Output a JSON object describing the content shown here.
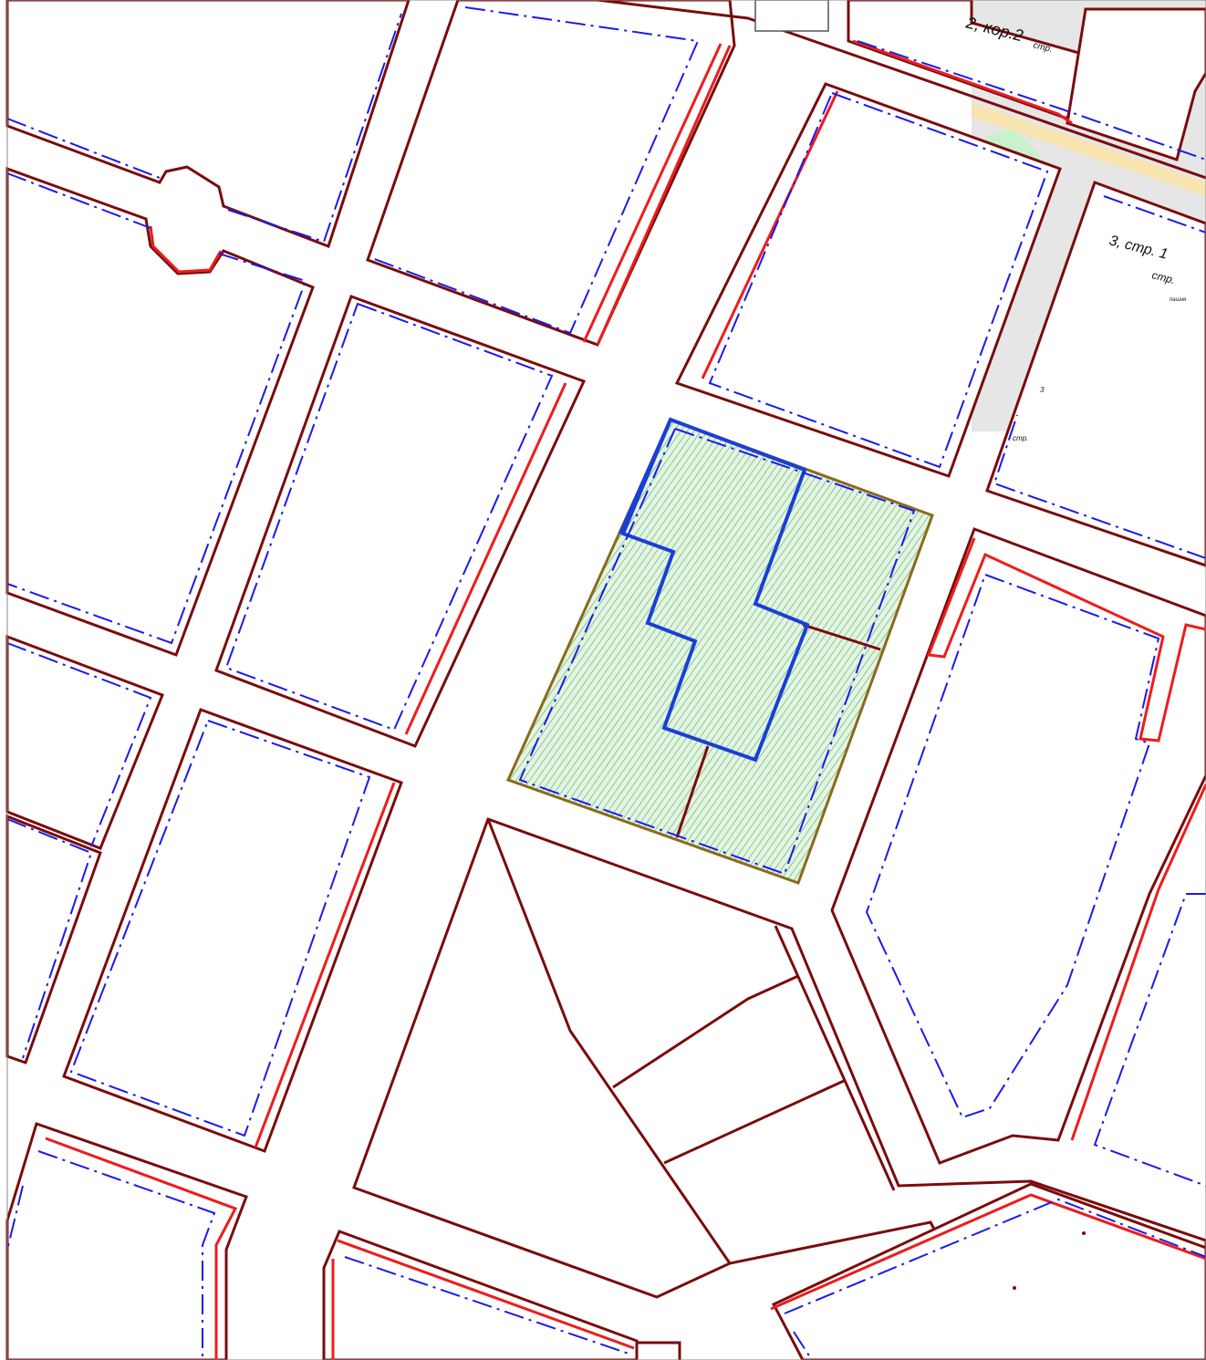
{
  "map": {
    "labels": {
      "addr_1": "2, кор.2",
      "addr_1_suffix": "стр.",
      "addr_2": "3, стр. 1",
      "addr_2_suffix": "стр.",
      "addr_2_small": "пашня",
      "num_3": "3",
      "str_small": "стр."
    },
    "colors": {
      "block_outline": "#7a0c0c",
      "red_line": "#ee1c1c",
      "blue_dashdot": "#1a1aee",
      "plot_fill": "#d8f2d8",
      "building_outline": "#1a3fd6",
      "gray_zone": "#e6e6e6",
      "green_area": "#c8f2cc"
    }
  }
}
